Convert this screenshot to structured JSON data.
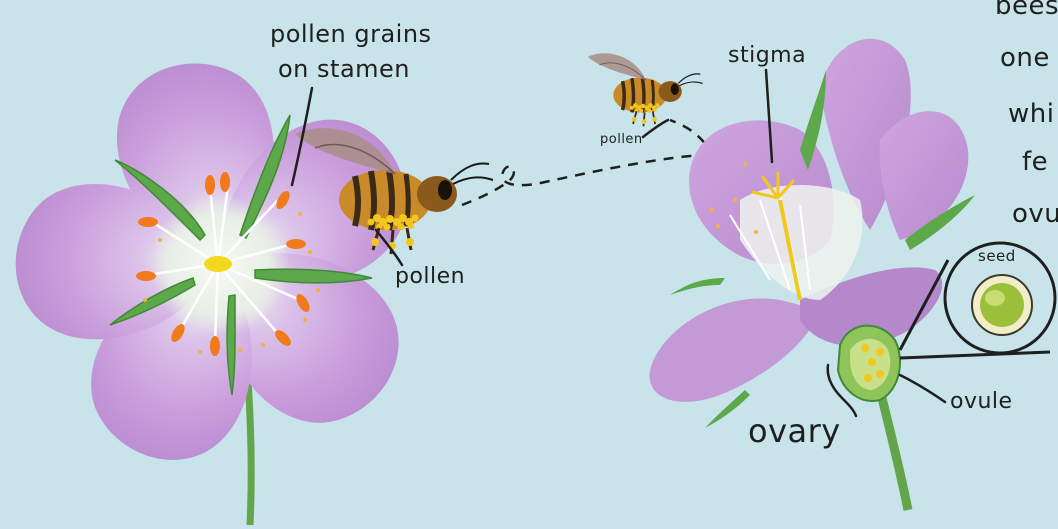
{
  "colors": {
    "background": "#c8e4ea",
    "petal": "#c79ad8",
    "petal_dark": "#a877c2",
    "petal_light": "#e4cdef",
    "center_white": "#eef3ee",
    "leaf": "#5da84a",
    "leaf_dark": "#3f8a36",
    "stem": "#63a54a",
    "anther": "#f07a1c",
    "pollen": "#f2c71e",
    "bee_body": "#c98a2a",
    "bee_stripe": "#3b2a14",
    "seed_outer": "#f3ecc8",
    "seed_inner": "#9bbf3a",
    "ink": "#1f1f1f"
  },
  "labels": {
    "pollen_grains_line1": "pollen grains",
    "pollen_grains_line2": "on stamen",
    "pollen_big_bee": "pollen",
    "pollen_small_bee": "pollen",
    "stigma": "stigma",
    "seed": "seed",
    "ovule": "ovule",
    "ovary": "ovary"
  },
  "side_text": {
    "line1": "bees",
    "line2": "one",
    "line3": "whi",
    "line4": "fe",
    "line5": "ovu"
  },
  "icons": {
    "left_flower": "five-petal-flower-icon",
    "right_flower": "side-view-flower-icon",
    "bee": "honeybee-icon",
    "seed": "seed-icon"
  }
}
